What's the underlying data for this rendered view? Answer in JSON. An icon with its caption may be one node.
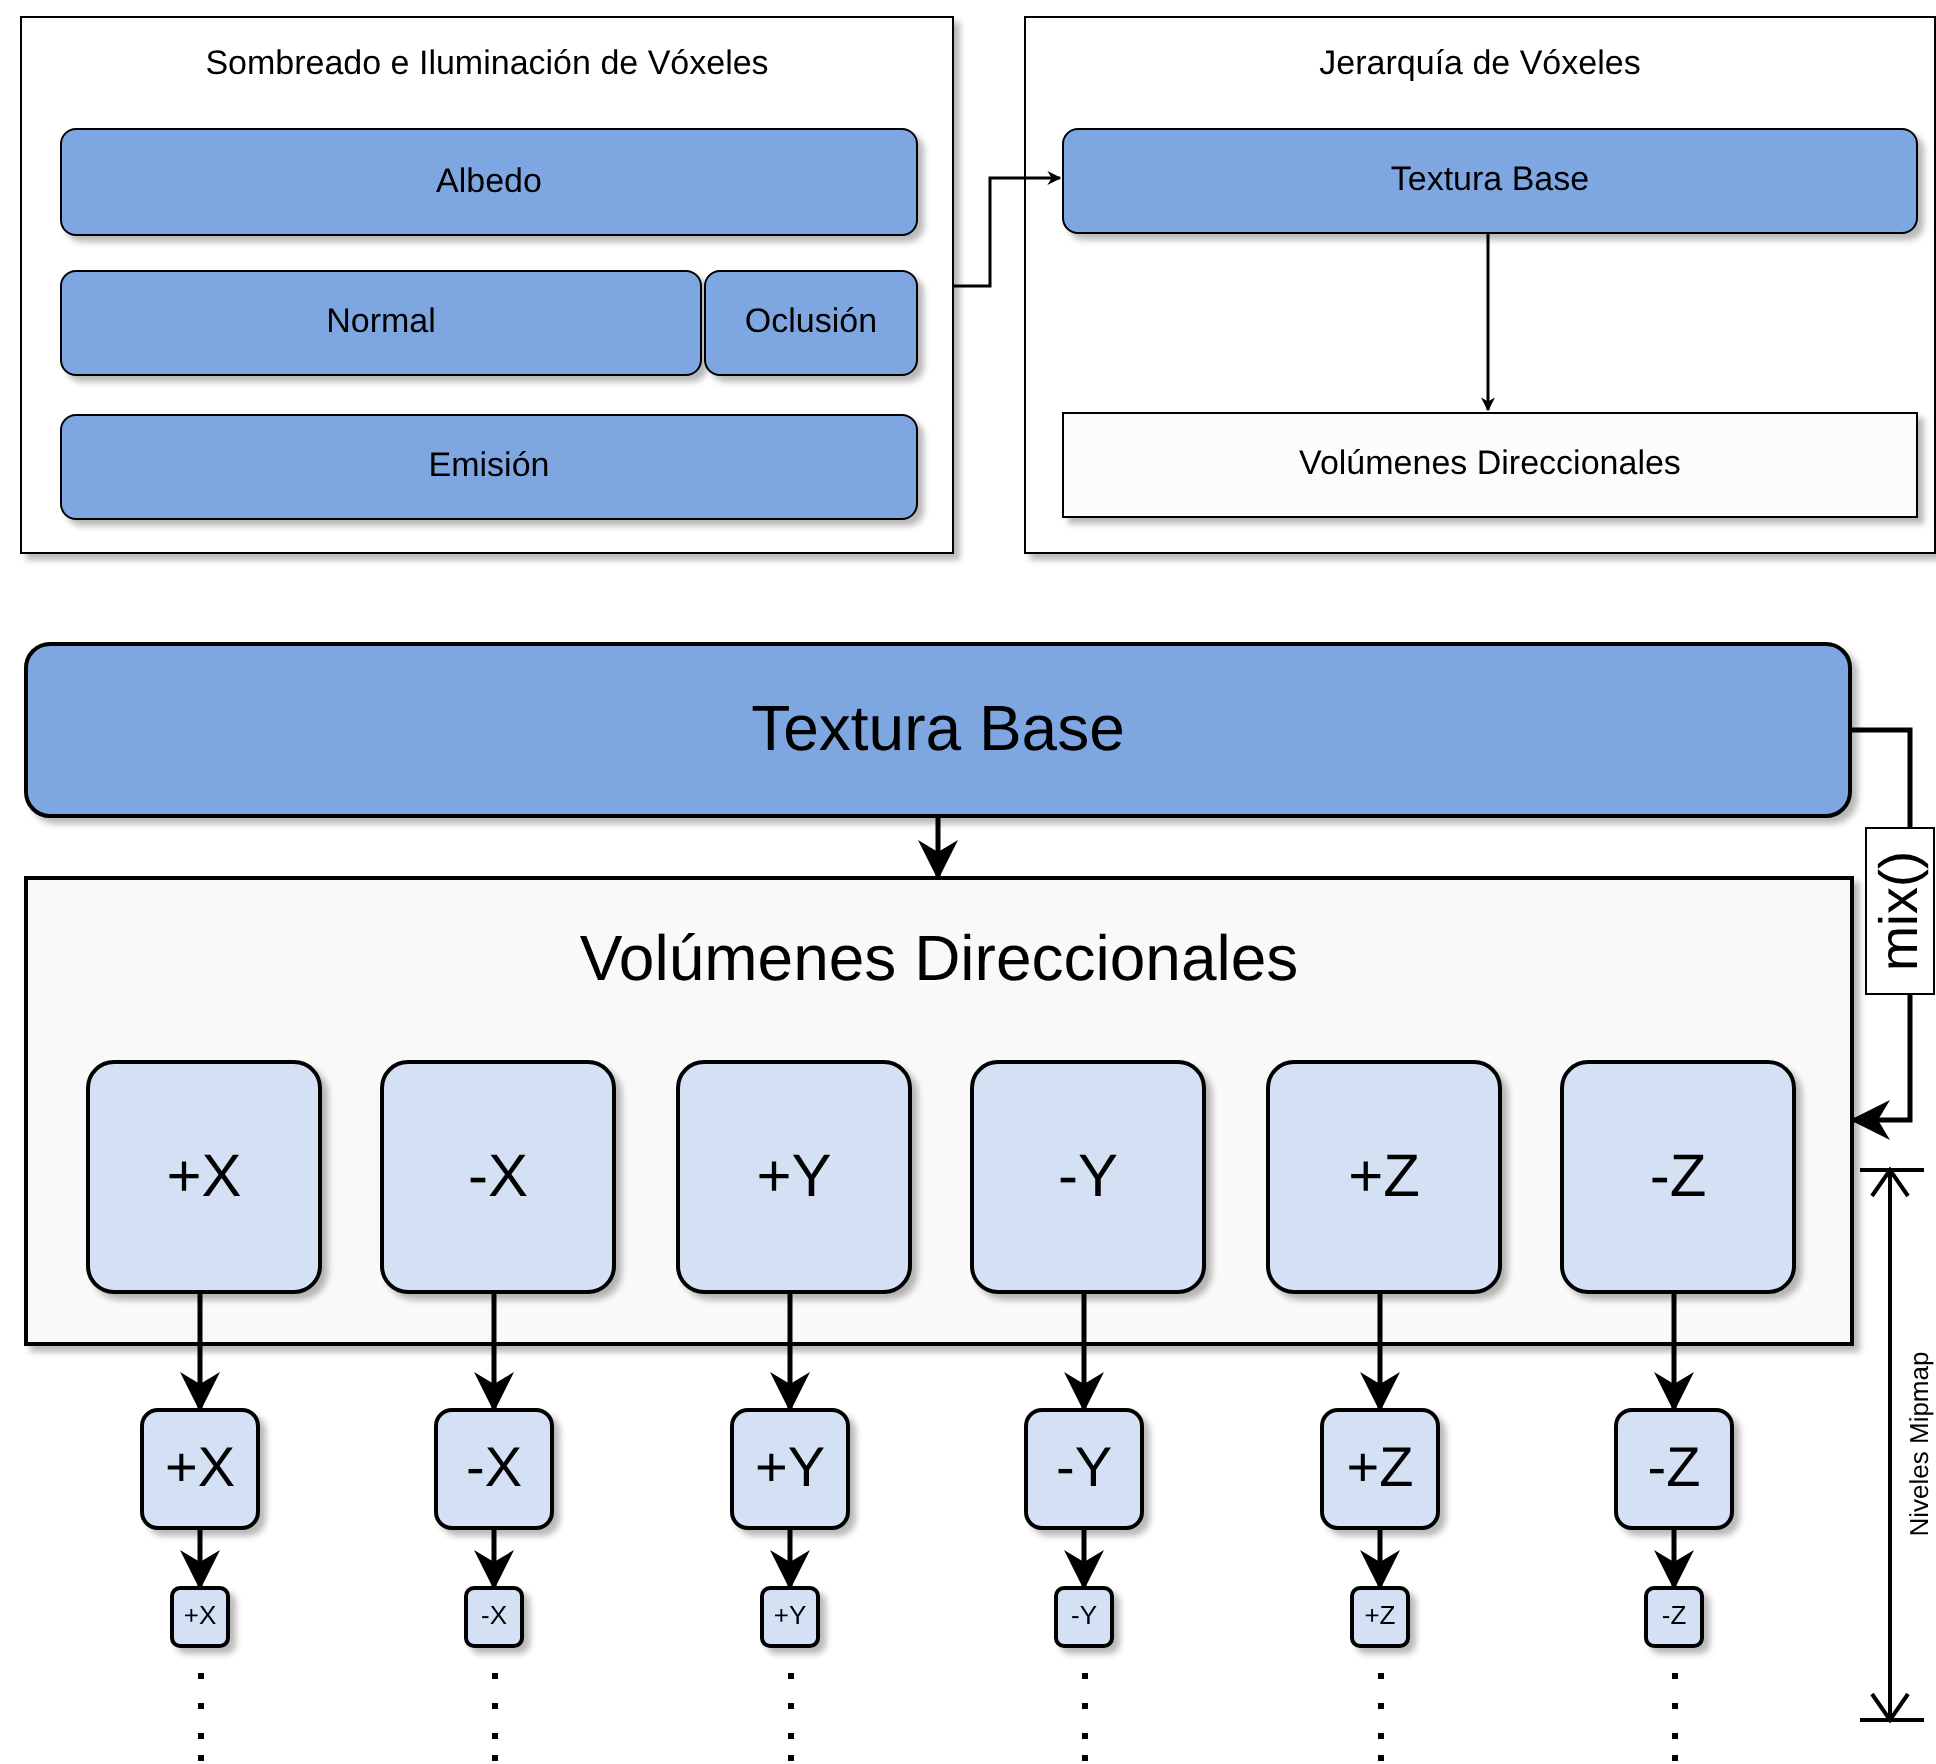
{
  "diagram": {
    "nodes": [
      {
        "text": [
          "Sombreado e Iluminación de Vóxeles"
        ]
      },
      {
        "text": [
          "Albedo"
        ],
        "in": 0
      },
      {
        "text": [
          "Normal"
        ],
        "in": 0
      },
      {
        "text": [
          "Oclusión"
        ],
        "in": 0
      },
      {
        "text": [
          "Emisión"
        ],
        "in": 0
      },
      {
        "text": [
          "Jerarquía de Vóxeles"
        ]
      },
      {
        "text": [
          "Textura Base"
        ],
        "in": 5
      },
      {
        "text": [
          "Volúmenes Direccionales"
        ],
        "in": 5
      },
      {
        "text": [
          "Textura Base"
        ]
      },
      {
        "text": [
          "Volúmenes Direccionales"
        ]
      },
      {
        "text": [
          "+X"
        ],
        "in": 9
      },
      {
        "text": [
          "-X"
        ],
        "in": 9
      },
      {
        "text": [
          "+Y"
        ],
        "in": 9
      },
      {
        "text": [
          "-Y"
        ],
        "in": 9
      },
      {
        "text": [
          "+Z"
        ],
        "in": 9
      },
      {
        "text": [
          "-Z"
        ],
        "in": 9
      },
      {
        "text": [
          "+X"
        ]
      },
      {
        "text": [
          "-X"
        ]
      },
      {
        "text": [
          "+Y"
        ]
      },
      {
        "text": [
          "-Y"
        ]
      },
      {
        "text": [
          "+Z"
        ]
      },
      {
        "text": [
          "-Z"
        ]
      },
      {
        "text": [
          "+X"
        ]
      },
      {
        "text": [
          "-X"
        ]
      },
      {
        "text": [
          "+Y"
        ]
      },
      {
        "text": [
          "-Y"
        ]
      },
      {
        "text": [
          "+Z"
        ]
      },
      {
        "text": [
          "-Z"
        ]
      }
    ],
    "edges": [
      {
        "from": 0,
        "to": 6,
        "arrow": "to"
      },
      {
        "from": 6,
        "to": 7,
        "arrow": "to"
      },
      {
        "from": 8,
        "to": 9,
        "arrow": "to"
      },
      {
        "from": 8,
        "to": 9,
        "arrow": "to",
        "label": "mix()"
      },
      {
        "from": 10,
        "to": 16,
        "arrow": "to"
      },
      {
        "from": 11,
        "to": 17,
        "arrow": "to"
      },
      {
        "from": 12,
        "to": 18,
        "arrow": "to"
      },
      {
        "from": 13,
        "to": 19,
        "arrow": "to"
      },
      {
        "from": 14,
        "to": 20,
        "arrow": "to"
      },
      {
        "from": 15,
        "to": 21,
        "arrow": "to"
      },
      {
        "from": 16,
        "to": 22,
        "arrow": "to"
      },
      {
        "from": 17,
        "to": 23,
        "arrow": "to"
      },
      {
        "from": 18,
        "to": 24,
        "arrow": "to"
      },
      {
        "from": 19,
        "to": 25,
        "arrow": "to"
      },
      {
        "from": 20,
        "to": 26,
        "arrow": "to"
      },
      {
        "from": 21,
        "to": 27,
        "arrow": "to"
      }
    ],
    "labels": [
      "Niveles Mipmap"
    ]
  }
}
